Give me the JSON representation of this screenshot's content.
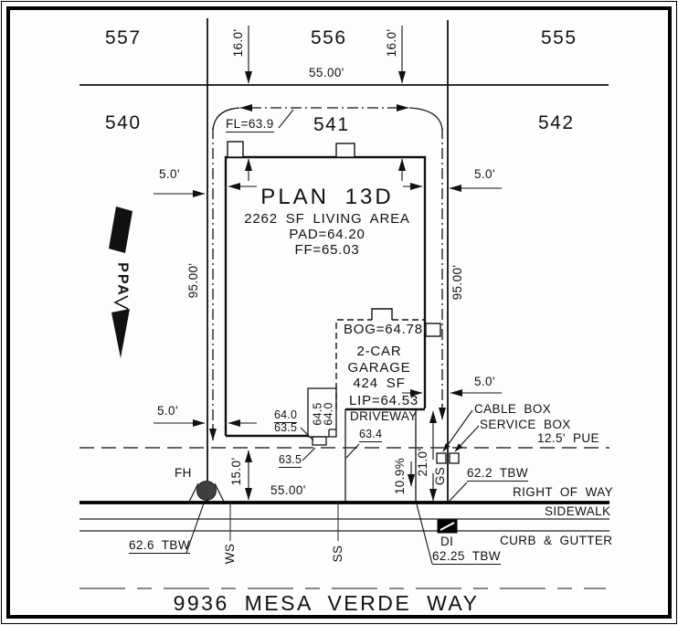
{
  "drawing": {
    "street_title": "9936 MESA VERDE WAY",
    "lots": {
      "l557": "557",
      "l556": "556",
      "l555": "555",
      "l540": "540",
      "l541": "541",
      "l542": "542"
    },
    "house": {
      "plan": "PLAN 13D",
      "living_area": "2262 SF LIVING AREA",
      "pad": "PAD=64.20",
      "ff": "FF=65.03"
    },
    "garage": {
      "line1": "2-CAR",
      "line2": "GARAGE",
      "line3": "424 SF",
      "bog": "BOG=64.78",
      "lip": "LIP=64.53"
    },
    "dims": {
      "d16_left": "16.0'",
      "d16_right": "16.0'",
      "d55_top": "55.00'",
      "d55_bottom": "55.00'",
      "d5_top_left": "5.0'",
      "d5_top_right": "5.0'",
      "d5_bottom_left": "5.0'",
      "d5_bottom_right": "5.0'",
      "d95_left": "95.00'",
      "d95_right": "95.00'",
      "d15": "15.0'",
      "d21": "21.0'",
      "slope": "10.9%"
    },
    "elevations": {
      "fl": "FL=63.9",
      "e640": "64.0",
      "e635": "63.5",
      "e645_walk": "64.5",
      "e640_walk": "64.0",
      "e634": "63.4",
      "e635_low": "63.5",
      "tbw_622": "62.2 TBW",
      "tbw_626": "62.6 TBW",
      "tbw_6225": "62.25 TBW"
    },
    "labels": {
      "driveway": "DRIVEWAY",
      "cable_box": "CABLE BOX",
      "service_box": "SERVICE BOX",
      "pue": "12.5' PUE",
      "right_of_way": "RIGHT OF WAY",
      "sidewalk": "SIDEWALK",
      "curb_gutter": "CURB & GUTTER",
      "di": "DI",
      "fh": "FH",
      "gs": "GS",
      "ws": "WS",
      "ss": "SS",
      "ppa": "PPA"
    }
  }
}
